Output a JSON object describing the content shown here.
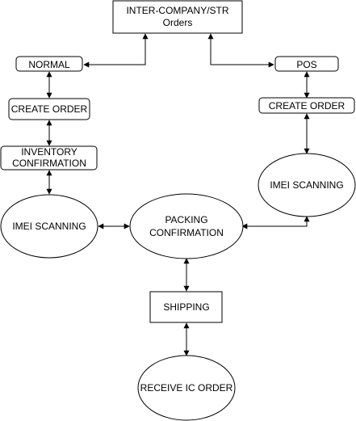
{
  "diagram": {
    "nodes": {
      "inter_company": {
        "lines": [
          "INTER-COMPANY/STR",
          "Orders"
        ]
      },
      "normal": {
        "lines": [
          "NORMAL"
        ]
      },
      "pos": {
        "lines": [
          "POS"
        ]
      },
      "create_order_left": {
        "lines": [
          "CREATE ORDER"
        ]
      },
      "create_order_right": {
        "lines": [
          "CREATE ORDER"
        ]
      },
      "inventory_confirmation": {
        "lines": [
          "INVENTORY",
          "CONFIRMATION"
        ]
      },
      "imei_scanning_left": {
        "lines": [
          "IMEI SCANNING"
        ]
      },
      "imei_scanning_right": {
        "lines": [
          "IMEI SCANNING"
        ]
      },
      "packing_confirmation": {
        "lines": [
          "PACKING",
          "CONFIRMATION"
        ]
      },
      "shipping": {
        "lines": [
          "SHIPPING"
        ]
      },
      "receive_ic_order": {
        "lines": [
          "RECEIVE IC ORDER"
        ]
      }
    },
    "edges": [
      {
        "from": "inter_company",
        "to": "normal",
        "bidirectional": true
      },
      {
        "from": "inter_company",
        "to": "pos",
        "bidirectional": true
      },
      {
        "from": "normal",
        "to": "create_order_left",
        "bidirectional": true
      },
      {
        "from": "create_order_left",
        "to": "inventory_confirmation",
        "bidirectional": true
      },
      {
        "from": "inventory_confirmation",
        "to": "imei_scanning_left",
        "bidirectional": true
      },
      {
        "from": "imei_scanning_left",
        "to": "packing_confirmation",
        "bidirectional": true
      },
      {
        "from": "pos",
        "to": "create_order_right",
        "bidirectional": true
      },
      {
        "from": "create_order_right",
        "to": "imei_scanning_right",
        "bidirectional": true
      },
      {
        "from": "imei_scanning_right",
        "to": "packing_confirmation",
        "bidirectional": true
      },
      {
        "from": "packing_confirmation",
        "to": "shipping",
        "bidirectional": true
      },
      {
        "from": "shipping",
        "to": "receive_ic_order",
        "bidirectional": true
      }
    ]
  }
}
